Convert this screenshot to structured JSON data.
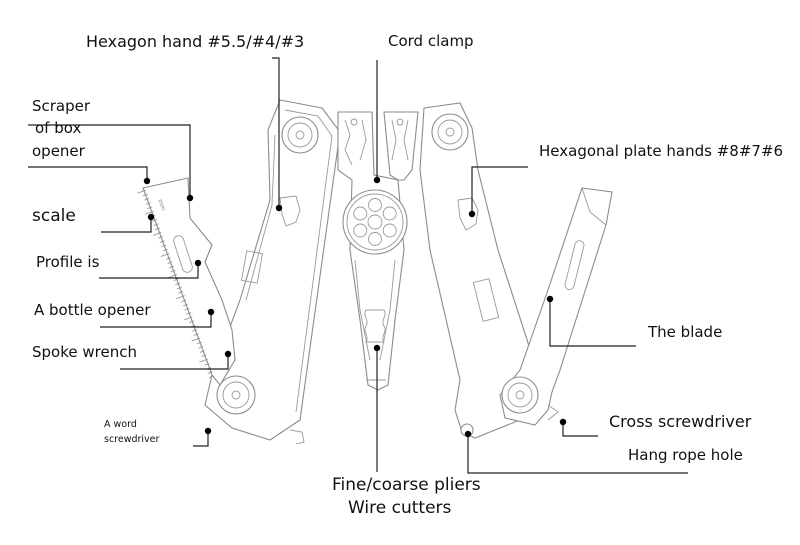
{
  "diagram": {
    "subject": "multi-tool pliers exploded diagram",
    "labels": {
      "hexagon_hand": "Hexagon hand #5.5/#4/#3",
      "cord_clamp": "Cord clamp",
      "scraper_line1": "Scraper",
      "scraper_line2": "of box",
      "scraper_line3": "opener",
      "hexagonal_plate": "Hexagonal plate hands #8#7#6",
      "scale": "scale",
      "profile": "Profile is",
      "bottle_opener": "A bottle opener",
      "spoke_wrench": "Spoke wrench",
      "blade": "The blade",
      "word_screwdriver_line1": "A word",
      "word_screwdriver_line2": "screwdriver",
      "cross_screwdriver": "Cross screwdriver",
      "hang_rope_hole": "Hang rope hole",
      "pliers_line1": "Fine/coarse pliers",
      "pliers_line2": "Wire cutters"
    },
    "ruler_marking": "mm",
    "colors": {
      "text": "#111111",
      "outline": "#8c8c8c",
      "leader": "#222222",
      "background": "#ffffff"
    }
  }
}
